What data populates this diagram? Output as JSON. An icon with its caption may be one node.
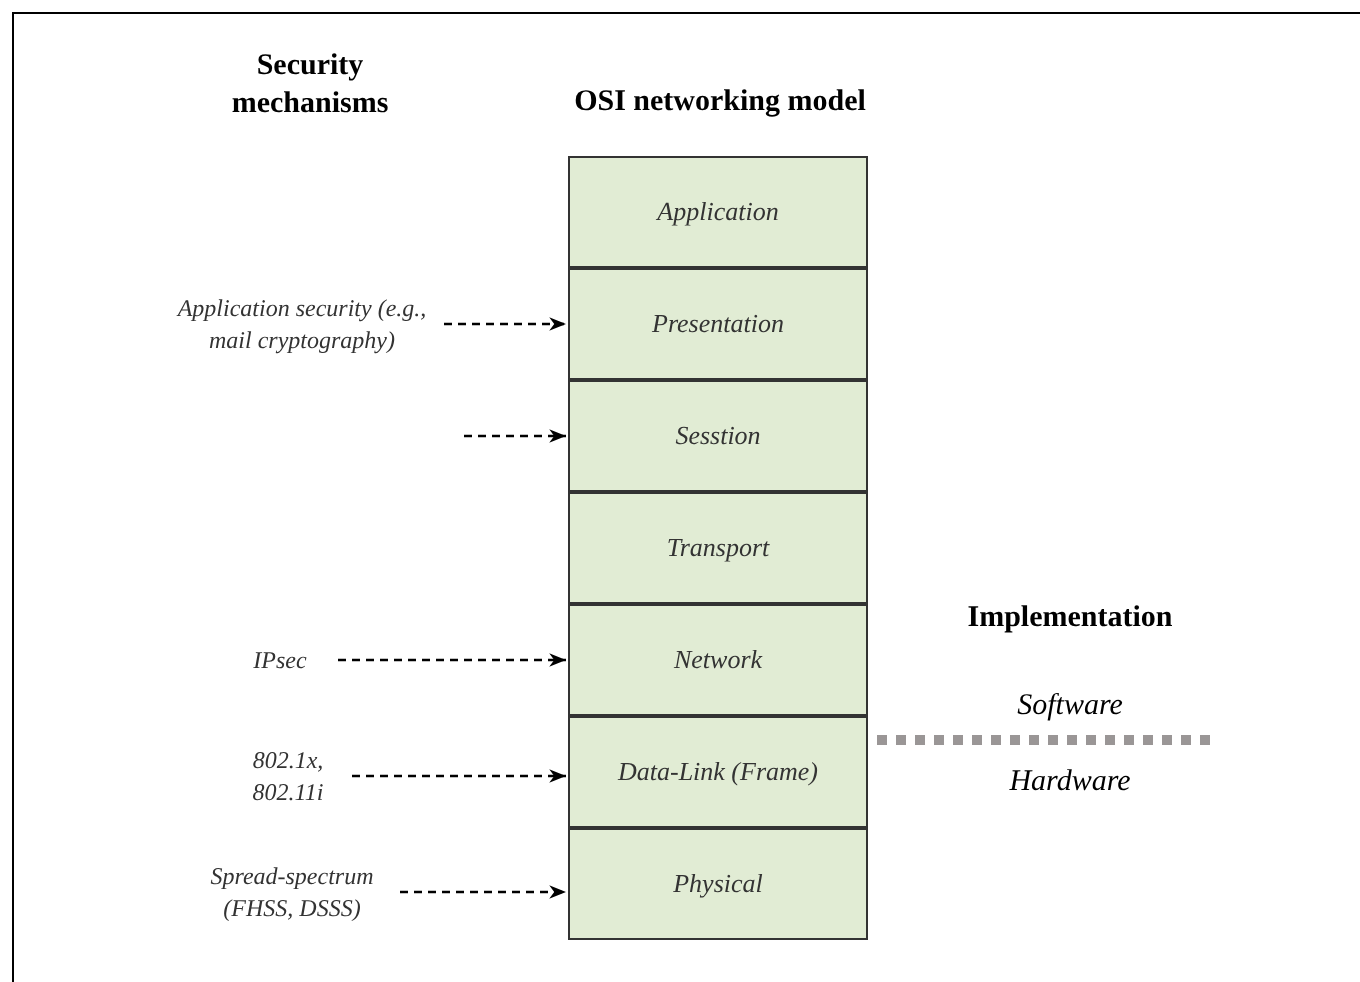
{
  "diagram": {
    "nodes": [
      {
        "text": [
          "Application"
        ]
      },
      {
        "text": [
          "Presentation"
        ]
      },
      {
        "text": [
          "Sesstion"
        ]
      },
      {
        "text": [
          "Transport"
        ]
      },
      {
        "text": [
          "Network"
        ]
      },
      {
        "text": [
          "Data-Link (Frame)"
        ]
      },
      {
        "text": [
          "Physical"
        ]
      },
      {
        "text": [
          "Application security (e.g., mail cryptography)"
        ]
      },
      {
        "text": [
          "IPsec"
        ]
      },
      {
        "text": [
          "802.1x, 802.11i"
        ]
      },
      {
        "text": [
          "Spread-spectrum (FHSS, DSSS)"
        ]
      }
    ],
    "edges": [
      {
        "from": 7,
        "to": 1,
        "arrow": "to",
        "style": "dashed"
      },
      {
        "from": null,
        "to": 2,
        "arrow": "to",
        "style": "dashed"
      },
      {
        "from": 8,
        "to": 4,
        "arrow": "to",
        "style": "dashed"
      },
      {
        "from": 9,
        "to": 5,
        "arrow": "to",
        "style": "dashed"
      },
      {
        "from": 10,
        "to": 6,
        "arrow": "to",
        "style": "dashed"
      }
    ],
    "labels": [
      "Security mechanisms",
      "OSI networking model",
      "Implementation",
      "Software",
      "Hardware"
    ]
  }
}
